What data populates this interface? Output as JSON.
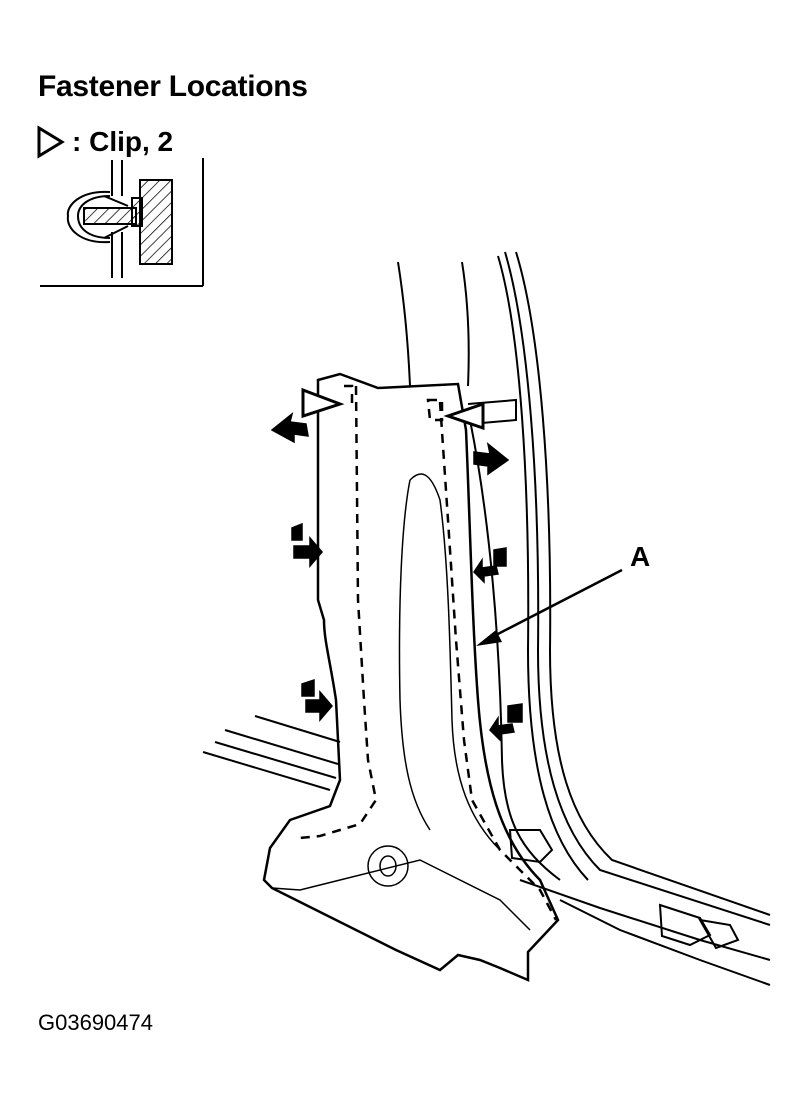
{
  "title": "Fastener Locations",
  "legend": {
    "symbol_icon": "open-triangle-icon",
    "text": ": Clip, 2"
  },
  "callout_label": "A",
  "figure_id": "G03690474",
  "colors": {
    "ink": "#000000",
    "paper": "#ffffff"
  }
}
